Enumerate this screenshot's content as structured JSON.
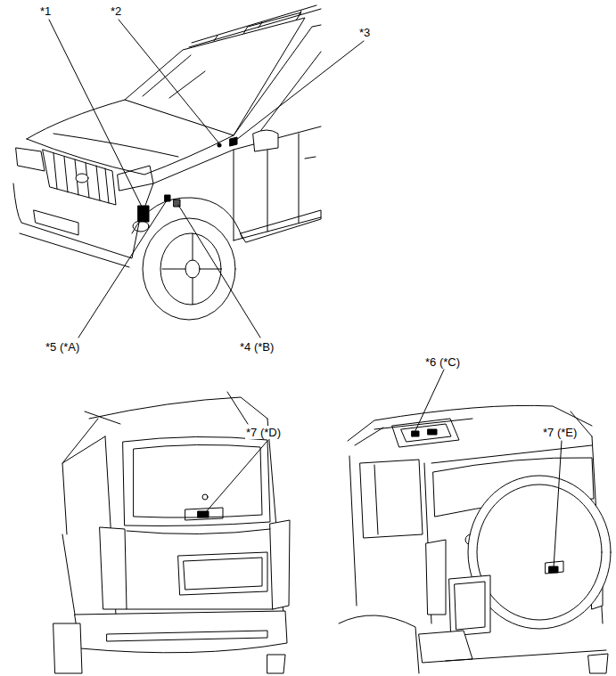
{
  "diagram": {
    "labels": [
      "*1",
      "*2",
      "*3",
      "*5 (*A)",
      "*4 (*B)",
      "*6 (*C)",
      "*7 (*D)",
      "*7 (*E)"
    ]
  }
}
